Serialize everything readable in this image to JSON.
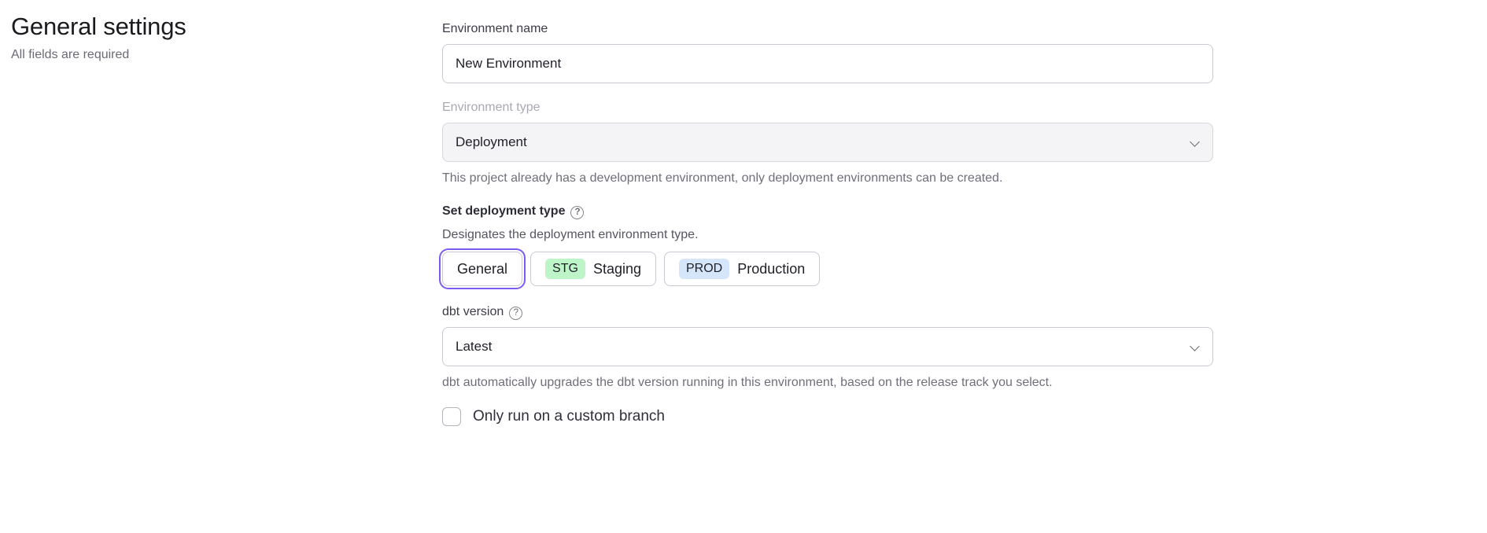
{
  "header": {
    "title": "General settings",
    "subtitle": "All fields are required"
  },
  "form": {
    "environment_name": {
      "label": "Environment name",
      "value": "New Environment",
      "placeholder": "Environment name"
    },
    "environment_type": {
      "label": "Environment type",
      "value": "Deployment",
      "help_text": "This project already has a development environment, only deployment environments can be created.",
      "chevron_icon": "chevron-down-icon",
      "disabled": true
    },
    "deployment_type": {
      "label": "Set deployment type",
      "help_icon": "help-circle-icon",
      "help_icon_glyph": "?",
      "description": "Designates the deployment environment type.",
      "options": [
        {
          "badge": "",
          "label": "General",
          "selected": true
        },
        {
          "badge": "STG",
          "label": "Staging",
          "selected": false
        },
        {
          "badge": "PROD",
          "label": "Production",
          "selected": false
        }
      ]
    },
    "dbt_version": {
      "label": "dbt version",
      "help_icon": "help-circle-icon",
      "help_icon_glyph": "?",
      "value": "Latest",
      "help_text": "dbt automatically upgrades the dbt version running in this environment, based on the release track you select.",
      "chevron_icon": "chevron-down-icon"
    },
    "custom_branch": {
      "label": "Only run on a custom branch",
      "checked": false
    }
  },
  "colors": {
    "focus_ring": "#7c5cf0",
    "badge_staging_bg": "#bdf5c8",
    "badge_prod_bg": "#d5e6fb",
    "disabled_bg": "#f4f4f6"
  }
}
